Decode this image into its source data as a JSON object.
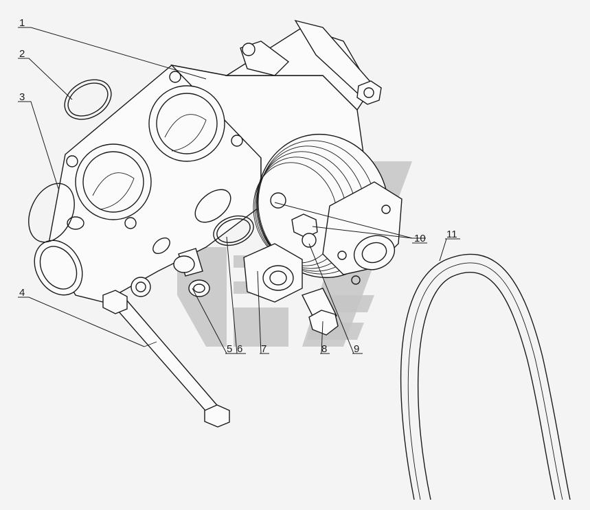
{
  "callouts": [
    {
      "id": "1",
      "label": "1"
    },
    {
      "id": "2",
      "label": "2"
    },
    {
      "id": "3",
      "label": "3"
    },
    {
      "id": "4",
      "label": "4"
    },
    {
      "id": "5",
      "label": "5"
    },
    {
      "id": "6",
      "label": "6"
    },
    {
      "id": "7",
      "label": "7"
    },
    {
      "id": "8",
      "label": "8"
    },
    {
      "id": "9",
      "label": "9"
    },
    {
      "id": "10",
      "label": "10"
    },
    {
      "id": "11",
      "label": "11"
    }
  ],
  "colors": {
    "ink": "#1a1a1a",
    "paper": "#f4f4f4",
    "watermark": "#c4c4c4"
  },
  "icons": {
    "watermark": "logo-watermark-graphic"
  }
}
